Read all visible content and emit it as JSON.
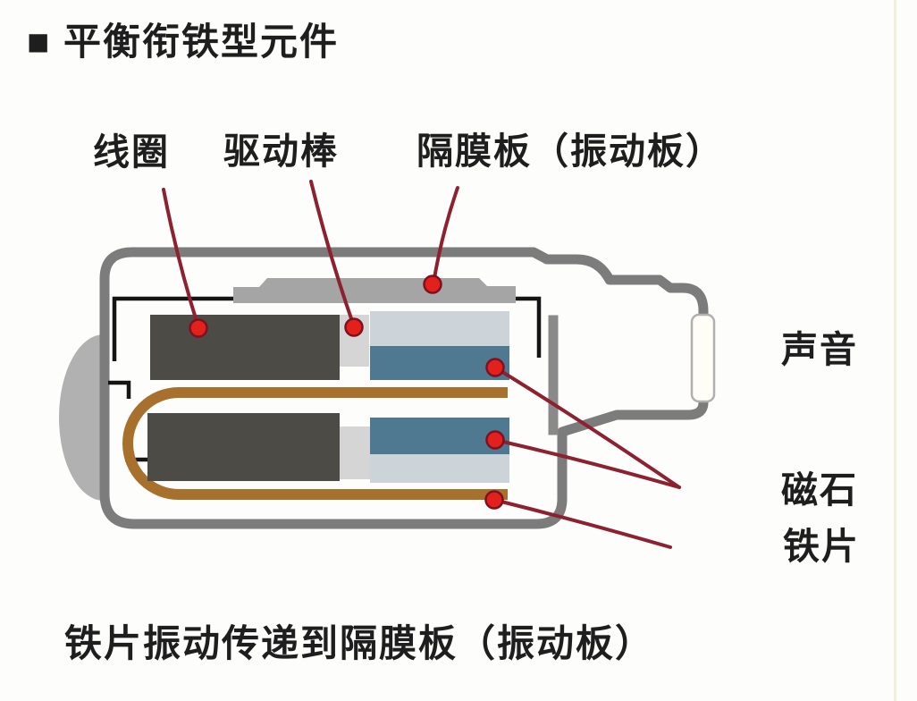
{
  "title": "■ 平衡衔铁型元件",
  "caption": "铁片振动传递到隔膜板（振动板）",
  "labels": {
    "coil": "线圈",
    "drive_rod": "驱动棒",
    "diaphragm": "隔膜板（振动板）",
    "sound": "声音",
    "magnet": "磁石",
    "iron_piece": "铁片"
  },
  "colors": {
    "case_stroke": "#7c7c7c",
    "inner_wall": "#8a8a8a",
    "coil_block": "#4c4b45",
    "spacer_gray": "#d5d5d5",
    "magnet_pale": "#ccd3d9",
    "magnet_blue": "#4e7990",
    "armature_brown": "#a8702d",
    "diaphragm_plate": "#a5a5a5",
    "frame_black": "#151515",
    "callout_line": "#8e2130",
    "callout_dot": "#e3201b",
    "left_bulge": "#b1b1b1",
    "case_fill": "#fdfdfc",
    "opening_fill": "#fffef6",
    "text": "#1e1e1e"
  }
}
